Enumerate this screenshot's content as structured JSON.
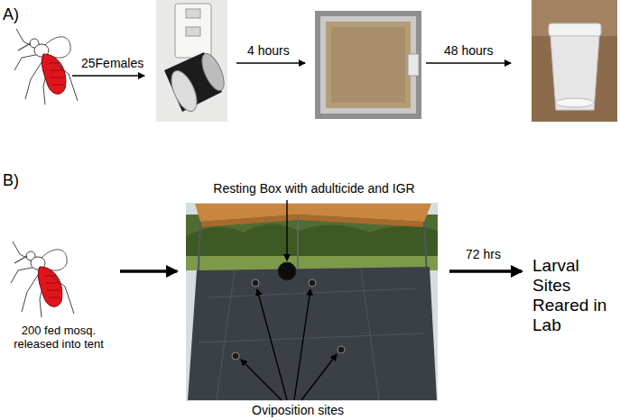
{
  "diagram": {
    "labels": [
      "A)",
      "25Females",
      "4 hours",
      "48 hours",
      "B)",
      "Resting Box with adulticide and IGR",
      "200 fed mosq. released into tent",
      "72 hrs",
      "Larval Sites Reared in Lab",
      "Oviposition sites"
    ]
  }
}
